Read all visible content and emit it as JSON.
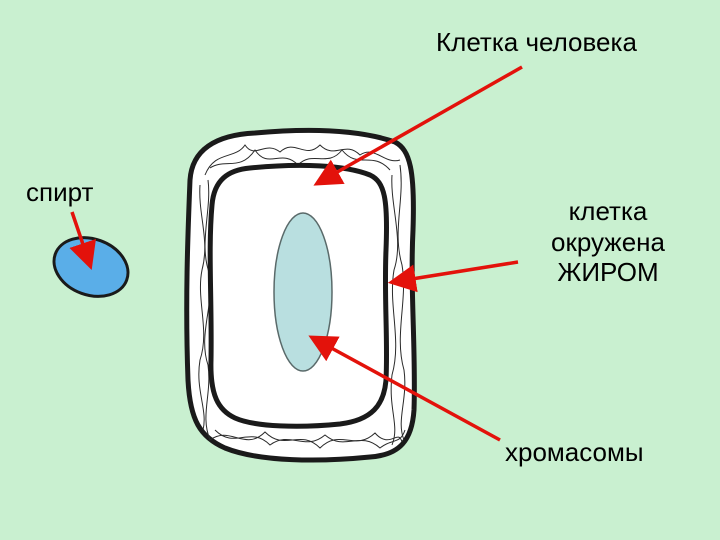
{
  "colors": {
    "background": "#c9f0d0",
    "arrow": "#e3120b",
    "cell_outline": "#1a1a1a",
    "cell_fill": "#ffffff",
    "nucleus_fill": "#b9dfe0",
    "spirit_fill": "#5aaee8"
  },
  "labels": {
    "human_cell": "Клетка человека",
    "spirit": "спирт",
    "fat_line1": "клетка",
    "fat_line2": "окружена",
    "fat_line3": "ЖИРОМ",
    "chromosomes": "хромасомы"
  }
}
